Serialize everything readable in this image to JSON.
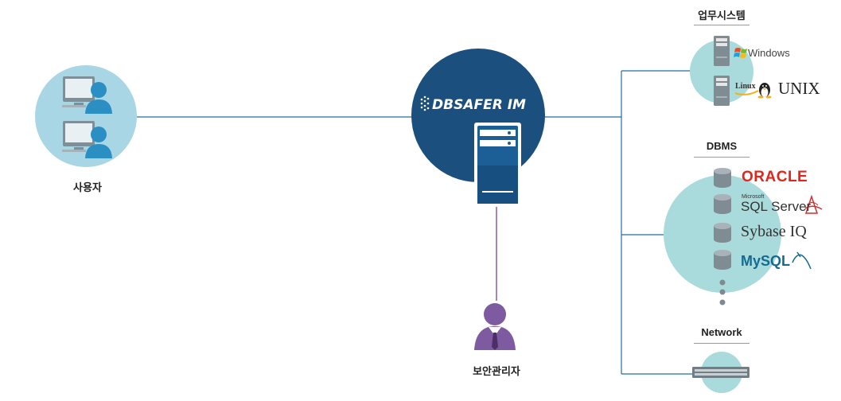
{
  "nodes": {
    "users": {
      "label": "사용자"
    },
    "hub": {
      "title": "DBSAFER IM"
    },
    "admin": {
      "label": "보안관리자"
    }
  },
  "groups": {
    "business": {
      "label": "업무시스템",
      "items": [
        "Windows",
        "Linux",
        "UNIX"
      ]
    },
    "dbms": {
      "label": "DBMS",
      "items": [
        "ORACLE",
        "Microsoft",
        "SQL Server",
        "Sybase IQ",
        "MySQL"
      ]
    },
    "network": {
      "label": "Network"
    }
  },
  "colors": {
    "hub": "#1b4f7e",
    "line_blue": "#1f6fa8",
    "line_purple": "#8a5aa8",
    "circle": "#aadbdc",
    "user_circle": "#a9d6e5",
    "person": "#2b8fc4",
    "admin": "#7e5aa0",
    "oracle": "#e2261c",
    "mysql_blue": "#136b8f",
    "mysql_orange": "#f19b2a"
  }
}
